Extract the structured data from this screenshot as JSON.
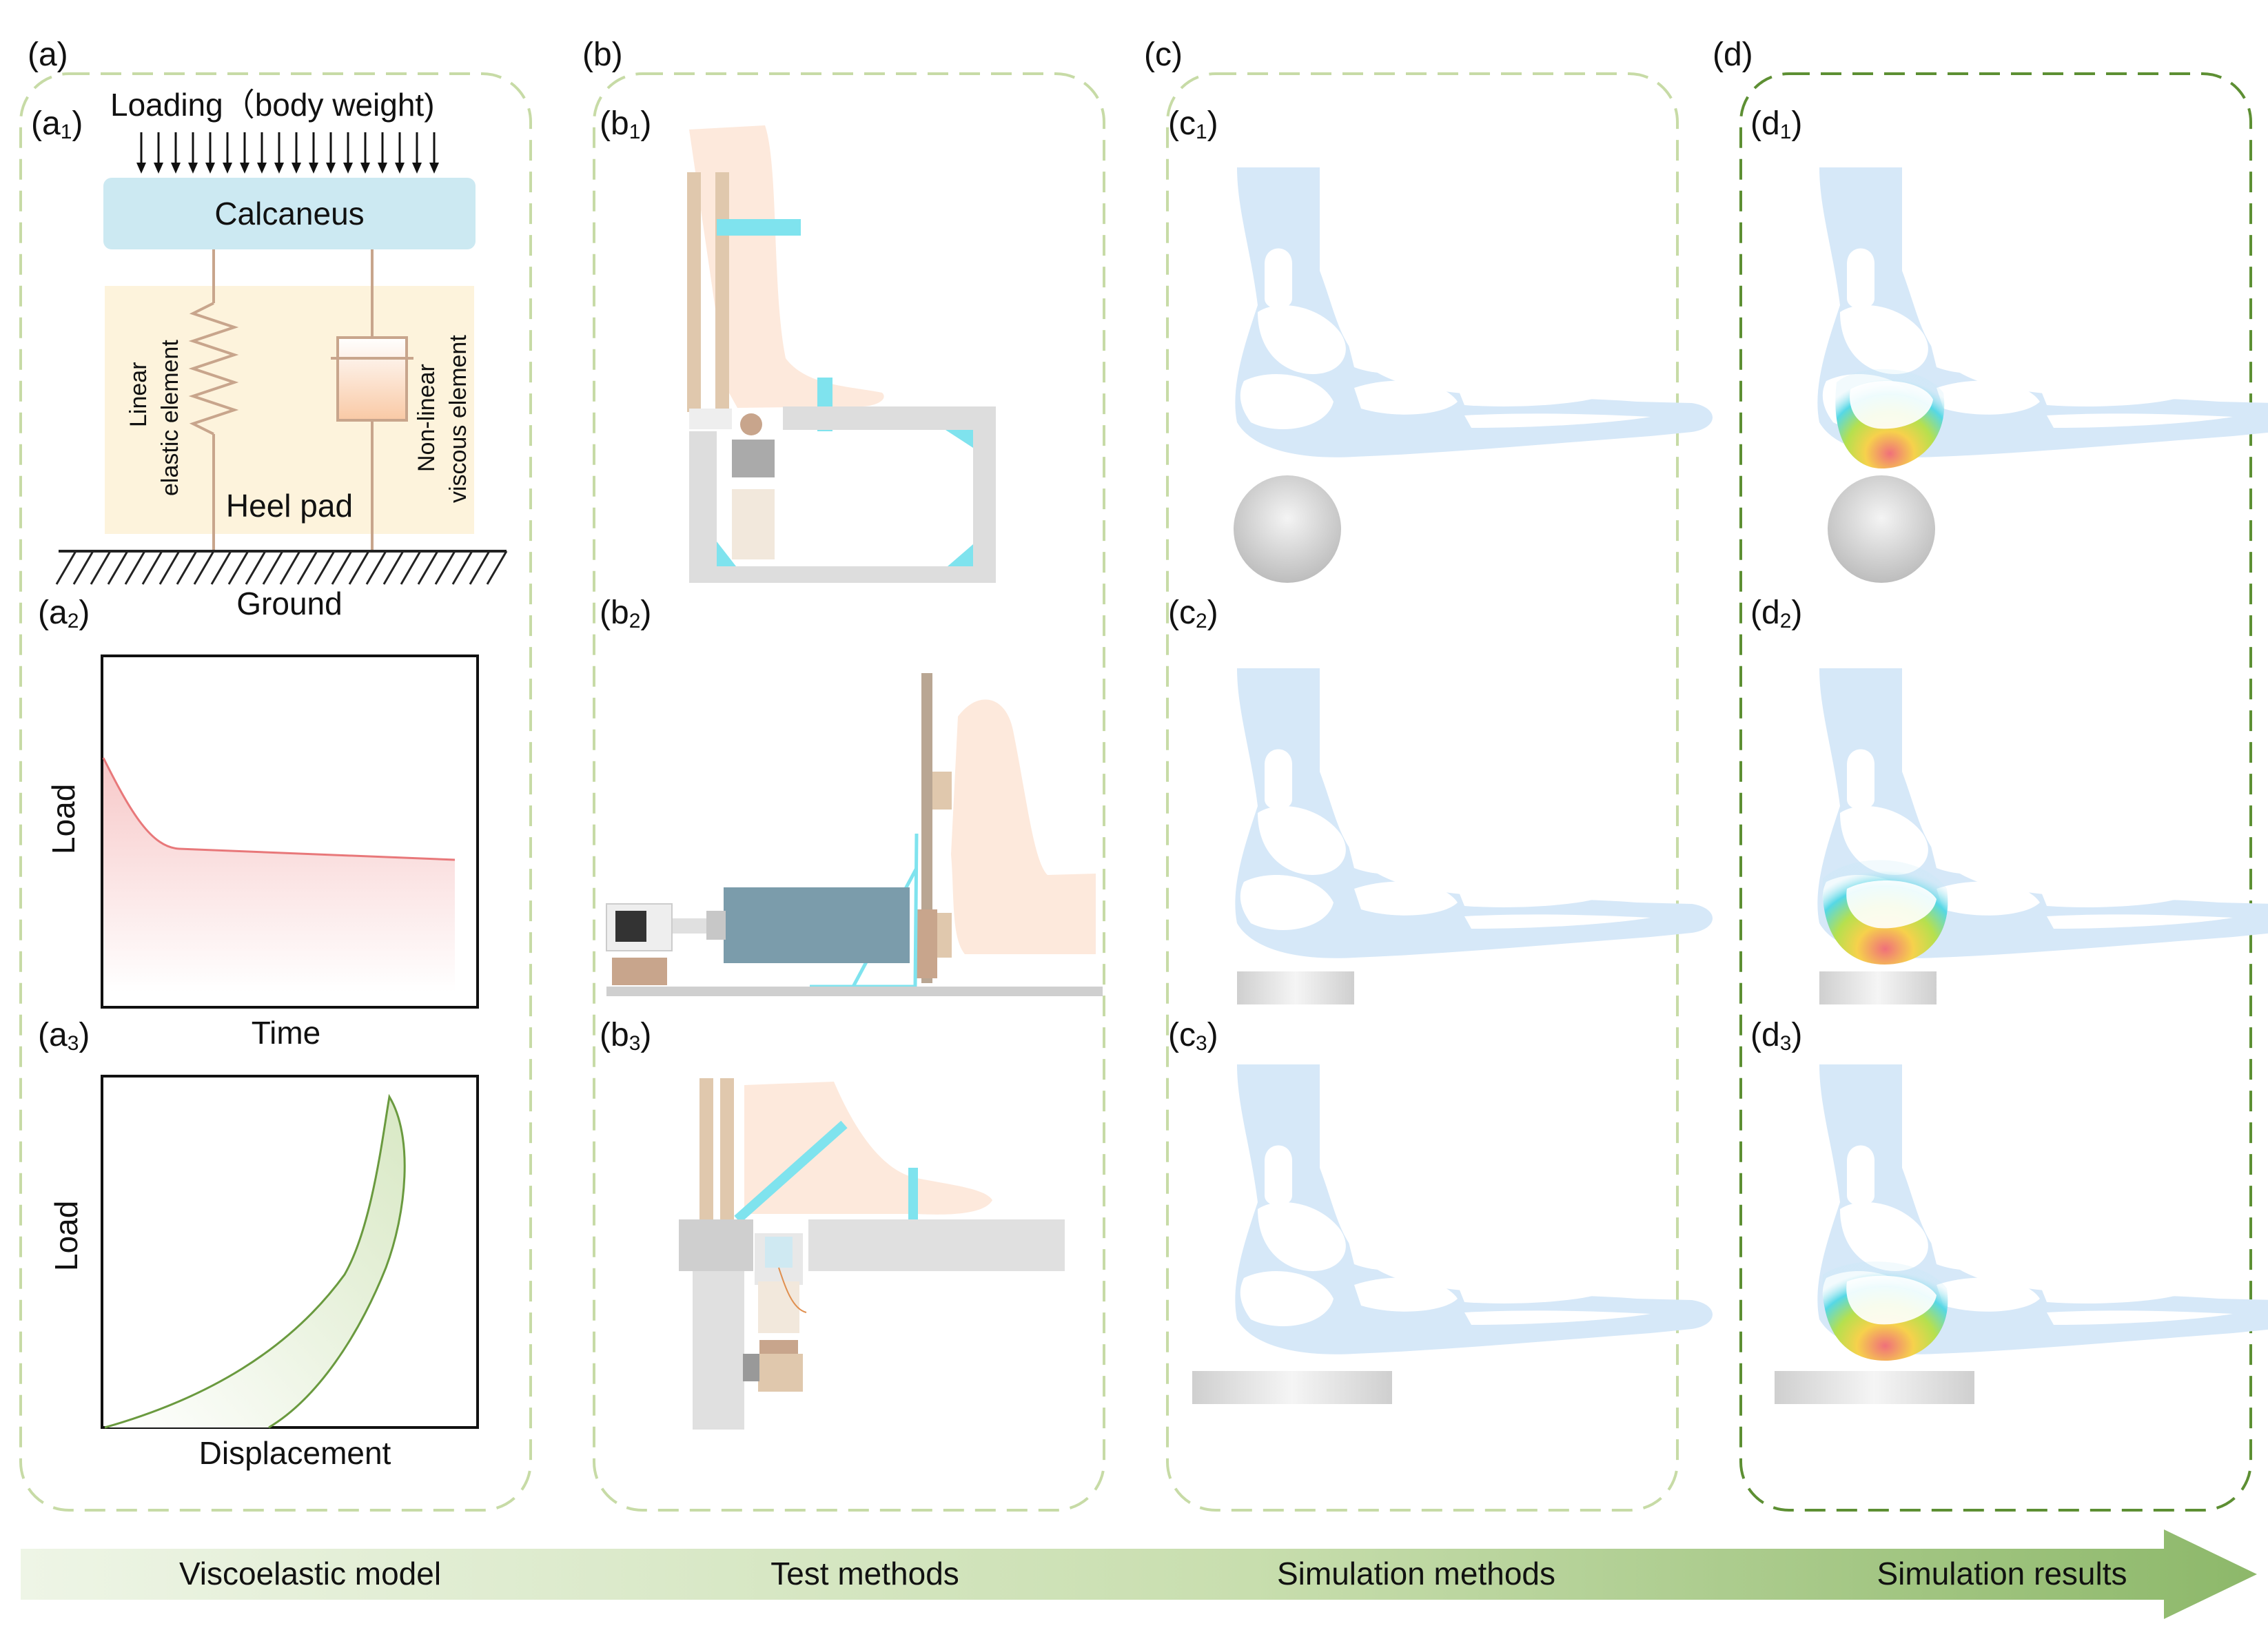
{
  "panels": {
    "a": {
      "label": "(a)",
      "a1": {
        "label": "(a",
        "sub": "1",
        "label_end": ")",
        "loading": "Loading（body weight)",
        "calcaneus": "Calcaneus",
        "elastic_1": "Linear",
        "elastic_2": "elastic element",
        "viscous_1": "Non-linear",
        "viscous_2": "viscous element",
        "heel_pad": "Heel pad",
        "ground": "Ground"
      },
      "a2": {
        "label": "(a",
        "sub": "2",
        "label_end": ")",
        "ylabel": "Load",
        "xlabel": "Time"
      },
      "a3": {
        "label": "(a",
        "sub": "3",
        "label_end": ")",
        "ylabel": "Load",
        "xlabel": "Displacement"
      }
    },
    "b": {
      "label": "(b)",
      "b1": {
        "label": "(b",
        "sub": "1",
        "label_end": ")"
      },
      "b2": {
        "label": "(b",
        "sub": "2",
        "label_end": ")"
      },
      "b3": {
        "label": "(b",
        "sub": "3",
        "label_end": ")"
      }
    },
    "c": {
      "label": "(c)",
      "c1": {
        "label": "(c",
        "sub": "1",
        "label_end": ")"
      },
      "c2": {
        "label": "(c",
        "sub": "2",
        "label_end": ")"
      },
      "c3": {
        "label": "(c",
        "sub": "3",
        "label_end": ")"
      }
    },
    "d": {
      "label": "(d)",
      "d1": {
        "label": "(d",
        "sub": "1",
        "label_end": ")"
      },
      "d2": {
        "label": "(d",
        "sub": "2",
        "label_end": ")"
      },
      "d3": {
        "label": "(d",
        "sub": "3",
        "label_end": ")"
      }
    }
  },
  "timeline": {
    "stage_1": "Viscoelastic model",
    "stage_2": "Test methods",
    "stage_3": "Simulation methods",
    "stage_4": "Simulation results"
  },
  "colors": {
    "panel_border_light": "#c7dba6",
    "panel_border_dark": "#5d8f33",
    "bone_blue": "#d3e6f8",
    "calcaneus_box": "#cce9f2",
    "heel_pad_fill": "#fdf3dc",
    "relaxation_curve": "#e8787a",
    "hysteresis_curve": "#6a9a3f",
    "fixture_cyan": "#7fe3ee",
    "actuator_blue": "#7b9cab",
    "skin": "#fde9dc",
    "arrow_green": "#8db86a"
  },
  "icons": [
    "indenter-sphere",
    "indenter-plate",
    "down-arrow"
  ]
}
